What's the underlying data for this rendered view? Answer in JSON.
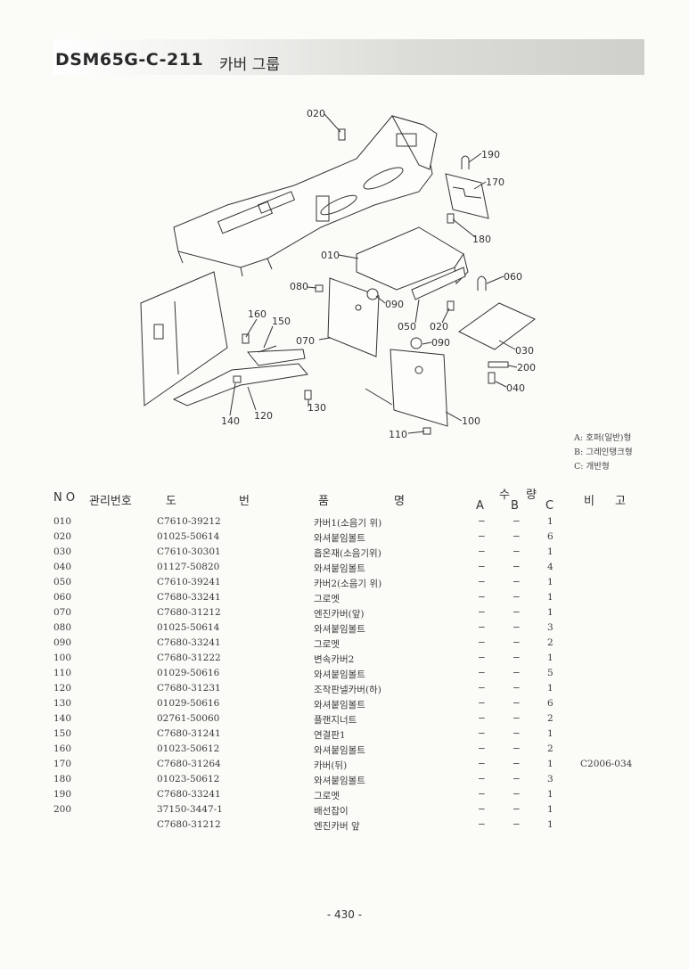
{
  "header": {
    "code": "DSM65G-C-211",
    "title": "카버 그룹"
  },
  "diagram": {
    "callouts": [
      "020",
      "190",
      "170",
      "180",
      "010",
      "060",
      "080",
      "090",
      "160",
      "150",
      "050",
      "020",
      "070",
      "090",
      "030",
      "200",
      "040",
      "140",
      "120",
      "130",
      "100",
      "110"
    ]
  },
  "legend": [
    "A: 호퍼(일반)형",
    "B: 그레인탱크형",
    "C: 개반형"
  ],
  "table": {
    "headers": {
      "no": "N O",
      "mgmt": "관리번호",
      "drawing_1": "도",
      "drawing_2": "번",
      "name_1": "품",
      "name_2": "명",
      "qty_1": "수",
      "qty_2": "량",
      "a": "A",
      "b": "B",
      "c": "C",
      "remarks_1": "비",
      "remarks_2": "고"
    },
    "rows": [
      {
        "no": "010",
        "part": "C7610-39212",
        "name": "카버1(소음기 위)",
        "a": "−",
        "b": "−",
        "c": "1",
        "remarks": ""
      },
      {
        "no": "020",
        "part": "01025-50614",
        "name": "와셔붙임볼트",
        "a": "−",
        "b": "−",
        "c": "6",
        "remarks": ""
      },
      {
        "no": "030",
        "part": "C7610-30301",
        "name": "흡온재(소음기위)",
        "a": "−",
        "b": "−",
        "c": "1",
        "remarks": ""
      },
      {
        "no": "040",
        "part": "01127-50820",
        "name": "와셔붙임볼트",
        "a": "−",
        "b": "−",
        "c": "4",
        "remarks": ""
      },
      {
        "no": "050",
        "part": "C7610-39241",
        "name": "카버2(소음기 위)",
        "a": "−",
        "b": "−",
        "c": "1",
        "remarks": ""
      },
      {
        "no": "060",
        "part": "C7680-33241",
        "name": "그로멧",
        "a": "−",
        "b": "−",
        "c": "1",
        "remarks": ""
      },
      {
        "no": "070",
        "part": "C7680-31212",
        "name": "엔진카버(앞)",
        "a": "−",
        "b": "−",
        "c": "1",
        "remarks": ""
      },
      {
        "no": "080",
        "part": "01025-50614",
        "name": "와셔붙임볼트",
        "a": "−",
        "b": "−",
        "c": "3",
        "remarks": ""
      },
      {
        "no": "090",
        "part": "C7680-33241",
        "name": "그로멧",
        "a": "−",
        "b": "−",
        "c": "2",
        "remarks": ""
      },
      {
        "no": "100",
        "part": "C7680-31222",
        "name": "변속카버2",
        "a": "−",
        "b": "−",
        "c": "1",
        "remarks": ""
      },
      {
        "no": "110",
        "part": "01029-50616",
        "name": "와셔붙임볼트",
        "a": "−",
        "b": "−",
        "c": "5",
        "remarks": ""
      },
      {
        "no": "120",
        "part": "C7680-31231",
        "name": "조작판넬카버(하)",
        "a": "−",
        "b": "−",
        "c": "1",
        "remarks": ""
      },
      {
        "no": "130",
        "part": "01029-50616",
        "name": "와셔붙임볼트",
        "a": "−",
        "b": "−",
        "c": "6",
        "remarks": ""
      },
      {
        "no": "140",
        "part": "02761-50060",
        "name": "플랜지너트",
        "a": "−",
        "b": "−",
        "c": "2",
        "remarks": ""
      },
      {
        "no": "150",
        "part": "C7680-31241",
        "name": "연결판1",
        "a": "−",
        "b": "−",
        "c": "1",
        "remarks": ""
      },
      {
        "no": "160",
        "part": "01023-50612",
        "name": "와셔붙임볼트",
        "a": "−",
        "b": "−",
        "c": "2",
        "remarks": ""
      },
      {
        "no": "170",
        "part": "C7680-31264",
        "name": "카버(뒤)",
        "a": "−",
        "b": "−",
        "c": "1",
        "remarks": "C2006-034"
      },
      {
        "no": "180",
        "part": "01023-50612",
        "name": "와셔붙임볼트",
        "a": "−",
        "b": "−",
        "c": "3",
        "remarks": ""
      },
      {
        "no": "190",
        "part": "C7680-33241",
        "name": "그로멧",
        "a": "−",
        "b": "−",
        "c": "1",
        "remarks": ""
      },
      {
        "no": "200",
        "part": "37150-3447-1",
        "name": "배선잡이",
        "a": "−",
        "b": "−",
        "c": "1",
        "remarks": ""
      },
      {
        "no": "",
        "part": "C7680-31212",
        "name": "엔진카버 앞",
        "a": "−",
        "b": "−",
        "c": "1",
        "remarks": ""
      }
    ]
  },
  "footer": {
    "page": "- 430 -"
  }
}
